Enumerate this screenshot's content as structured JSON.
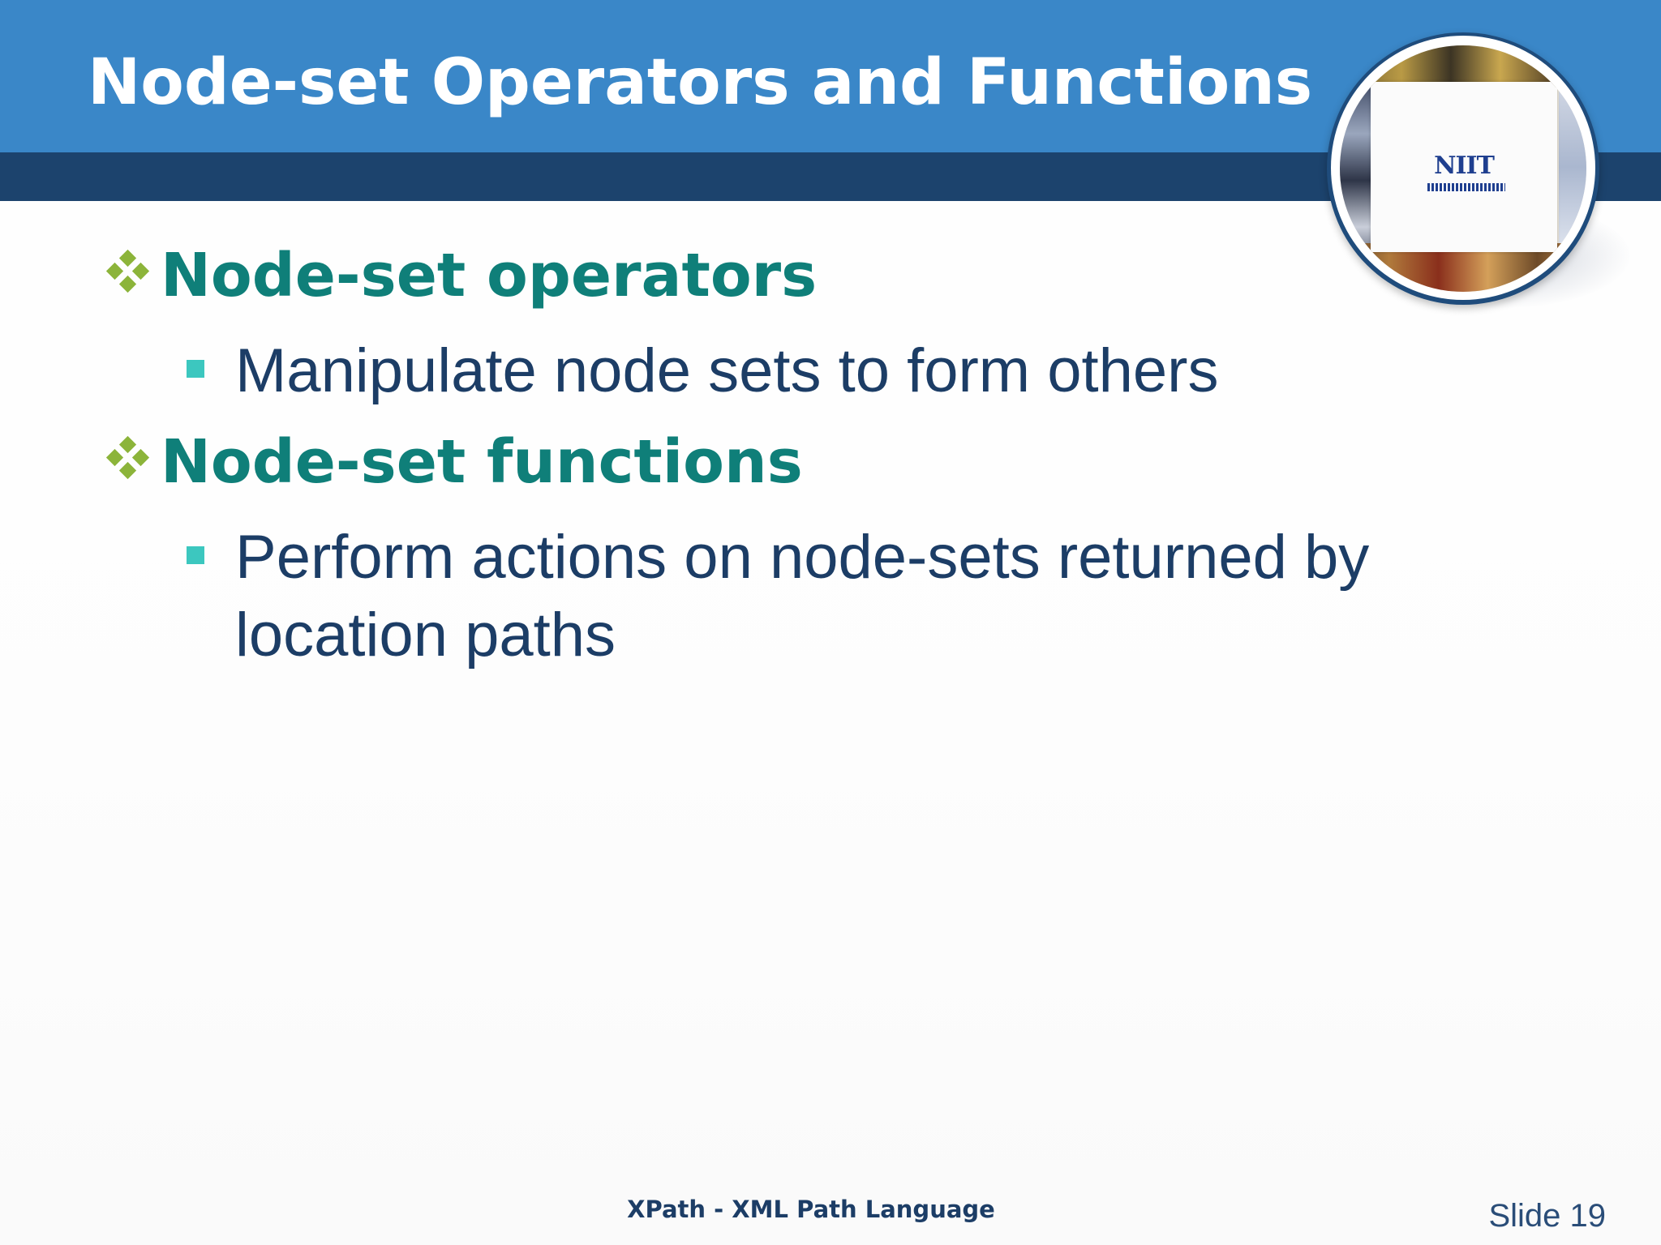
{
  "slide": {
    "title": "Node-set Operators and Functions",
    "logo_text": "NIIT",
    "bullets": [
      {
        "heading": "Node-set operators",
        "sub": "Manipulate node sets to form others"
      },
      {
        "heading": "Node-set functions",
        "sub": "Perform actions on node-sets returned by location paths"
      }
    ],
    "footer": {
      "center": "XPath - XML Path Language",
      "slide_number": "Slide 19"
    }
  },
  "colors": {
    "title_bar": "#3a87c8",
    "title_band": "#1c436d",
    "heading_text": "#0f7f79",
    "body_text": "#1c3d66",
    "diamond_bullet": "#8cb43a",
    "square_bullet": "#3cc7bf"
  },
  "icons": {
    "level1_bullet": "four-diamond-bullet-icon",
    "level2_bullet": "square-bullet-icon",
    "logo": "niit-logo"
  }
}
